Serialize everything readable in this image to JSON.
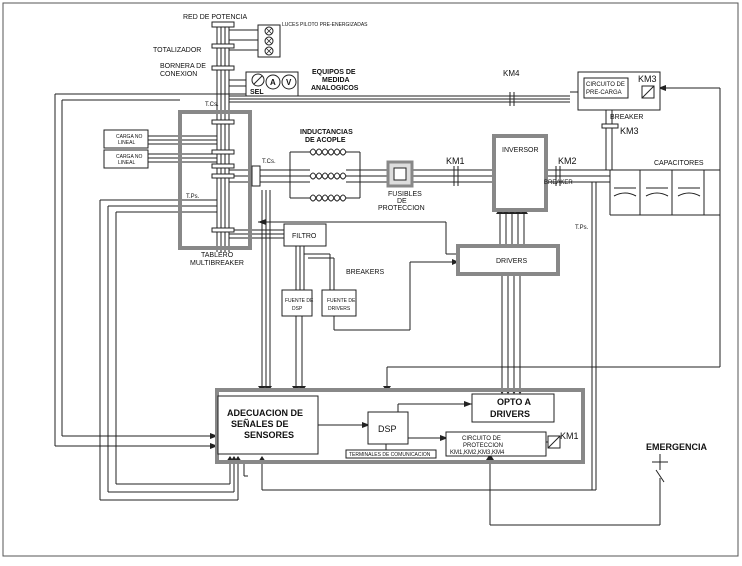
{
  "labels": {
    "red_potencia": "RED DE POTENCIA",
    "luces_piloto": "LUCES PILOTO PRE-ENERGIZADAS",
    "totalizador": "TOTALIZADOR",
    "bornera_1": "BORNERA DE",
    "bornera_2": "CONEXION",
    "equipos_1": "EQUIPOS DE",
    "equipos_2": "MEDIDA",
    "equipos_3": "ANALOGICOS",
    "sel": "SEL",
    "meter_a": "A",
    "meter_v": "V",
    "km4": "KM4",
    "precarga_1": "CIRCUITO DE",
    "precarga_2": "PRE-CARGA",
    "km3_top": "KM3",
    "breaker_km3": "BREAKER",
    "km3_side": "KM3",
    "tcs_left": "T.Cs.",
    "carga_1a": "CARGA NO",
    "carga_1b": "LINEAL",
    "carga_2a": "CARGA NO",
    "carga_2b": "LINEAL",
    "inductancias_1": "INDUCTANCIAS",
    "inductancias_2": "DE ACOPLE",
    "tcs_mid": "T.Cs.",
    "fusibles_1": "FUSIBLES",
    "fusibles_2": "DE",
    "fusibles_3": "PROTECCION",
    "km1_top": "KM1",
    "inversor": "INVERSOR",
    "km2": "KM2",
    "breaker_km2": "BREAKER",
    "capacitores": "CAPACITORES",
    "tps_left": "T.Ps.",
    "tps_right": "T.Ps.",
    "tablero_1": "TABLERO",
    "tablero_2": "MULTIBREAKER",
    "filtro": "FILTRO",
    "breakers": "BREAKERS",
    "drivers": "DRIVERS",
    "fuente_dsp_1": "FUENTE DE",
    "fuente_dsp_2": "DSP",
    "fuente_drv_1": "FUENTE DE",
    "fuente_drv_2": "DRIVERS",
    "adecuacion_1": "ADECUACION DE",
    "adecuacion_2": "SEÑALES DE",
    "adecuacion_3": "SENSORES",
    "dsp": "DSP",
    "terminales": "TERMINALES DE COMUNICACION",
    "opto_1": "OPTO A",
    "opto_2": "DRIVERS",
    "proteccion_1": "CIRCUITO DE",
    "proteccion_2": "PROTECCION",
    "proteccion_3": "KM1,KM2,KM3,KM4",
    "km1_bottom": "KM1",
    "emergencia": "EMERGENCIA"
  }
}
